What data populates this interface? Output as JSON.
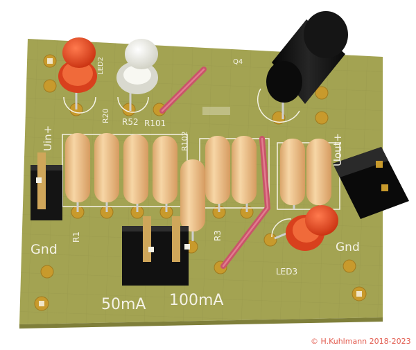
{
  "board": {
    "colors": {
      "background": "#ffffff",
      "pcb": "#a3a352",
      "silkscreen": "#f4f2e6",
      "pad": "#c89a2c",
      "resistor_body": "#efc48b",
      "led_red": "#e8401c",
      "led_white": "#e9e9de",
      "jumper_wire": "#c9546a",
      "header_plastic": "#1a1a1a",
      "copyright": "#e25b4e"
    },
    "silkscreen_labels": {
      "uin": "Uin+",
      "uout": "Uout+",
      "gnd_left": "Gnd",
      "gnd_right": "Gnd",
      "current_50": "50mA",
      "current_100": "100mA",
      "led1": "LED2",
      "led2": "LED3",
      "r20": "R20",
      "r52": "R52",
      "r101": "R101",
      "r102": "R102",
      "r1": "R1",
      "r3": "R3",
      "q4": "Q4"
    },
    "copyright": "© H.Kuhlmann 2018-2023"
  }
}
